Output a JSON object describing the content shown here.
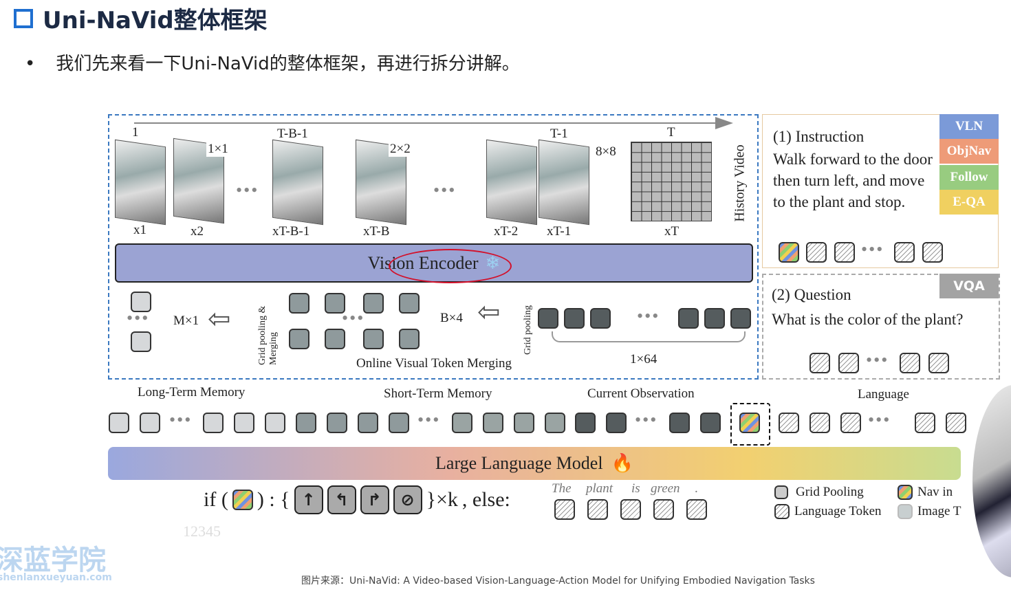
{
  "slide": {
    "title": "Uni-NaVid整体框架",
    "bullet": "我们先来看一下Uni-NaVid的整体框架，再进行拆分讲解。",
    "caption": "图片来源：Uni-NaVid: A Video-based Vision-Language-Action Model for Unifying Embodied Navigation Tasks",
    "page_number": "12345",
    "watermark": "深蓝学院",
    "watermark_url": "shenlanxueyuan.com"
  },
  "diagram": {
    "timeline": {
      "t1": "1",
      "tb1": "T-B-1",
      "tt1": "T-1",
      "tT": "T"
    },
    "grids": {
      "g1": "1×1",
      "g2": "2×2",
      "g8": "8×8"
    },
    "frames": [
      "x1",
      "x2",
      "xT-B-1",
      "xT-B",
      "xT-2",
      "xT-1",
      "xT"
    ],
    "history_video": "History Video",
    "vision_encoder": "Vision Encoder",
    "merge": {
      "m": "M×1",
      "b": "B×4",
      "grid_merge": "Grid pooling & Merging",
      "grid_pool": "Grid pooling",
      "online": "Online Visual Token Merging",
      "x64": "1×64"
    },
    "sections": {
      "long": "Long-Term Memory",
      "short": "Short-Term Memory",
      "current": "Current Observation",
      "language": "Language"
    },
    "llm": "Large Language Model",
    "instruction": {
      "heading": "(1) Instruction",
      "text": "Walk forward to the door then turn left, and move to the plant and stop.",
      "tags": [
        "VLN",
        "ObjNav",
        "Follow",
        "E-QA"
      ],
      "tag_colors": [
        "#7b9ad8",
        "#ee9b78",
        "#98cc80",
        "#f0d060"
      ]
    },
    "question": {
      "heading": "(2) Question",
      "text": "What is the color of the plant?",
      "tag": "VQA"
    },
    "output": {
      "if": "if (",
      "close": ") : {",
      "times": "}×k",
      "else": ", else:",
      "words": [
        "The",
        "plant",
        "is",
        "green",
        "."
      ],
      "actions": [
        "↑",
        "↰",
        "↱",
        "⊘"
      ]
    },
    "legend": {
      "grid_pooling": "Grid Pooling",
      "language_token": "Language Token",
      "nav": "Nav in",
      "image": "Image T"
    }
  }
}
